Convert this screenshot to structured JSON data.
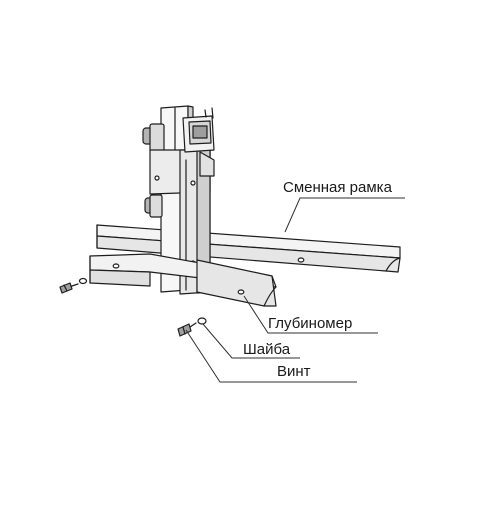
{
  "labels": {
    "frame": "Сменная рамка",
    "depth_gauge": "Глубиномер",
    "washer": "Шайба",
    "screw": "Винт"
  },
  "colors": {
    "line": "#1e1e1e",
    "fill_light": "#f4f4f4",
    "fill_mid": "#dcdcdc",
    "fill_dark": "#b4b4b4",
    "leader": "#303030"
  }
}
